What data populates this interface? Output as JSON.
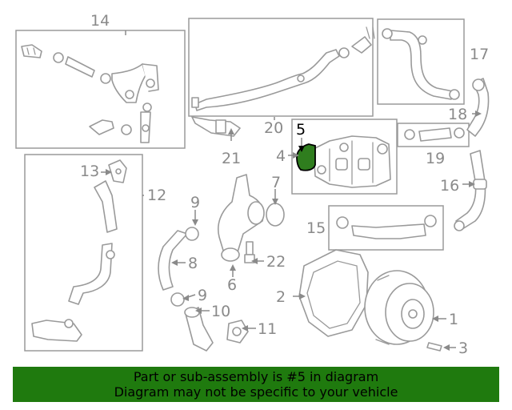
{
  "callouts": {
    "c1": "1",
    "c2": "2",
    "c3": "3",
    "c4": "4",
    "c5": "5",
    "c6": "6",
    "c7": "7",
    "c8": "8",
    "c9a": "9",
    "c9b": "9",
    "c10": "10",
    "c11": "11",
    "c12": "12",
    "c13": "13",
    "c14": "14",
    "c15": "15",
    "c16": "16",
    "c17": "17",
    "c18": "18",
    "c19": "19",
    "c20": "20",
    "c21": "21",
    "c22": "22"
  },
  "highlight": {
    "part_number": "5",
    "color": "#2f7d1e"
  },
  "banner": {
    "line1": "Part or sub-assembly is #5 in diagram",
    "line2": "Diagram may not be specific to your vehicle",
    "color": "#1f7a0e"
  }
}
